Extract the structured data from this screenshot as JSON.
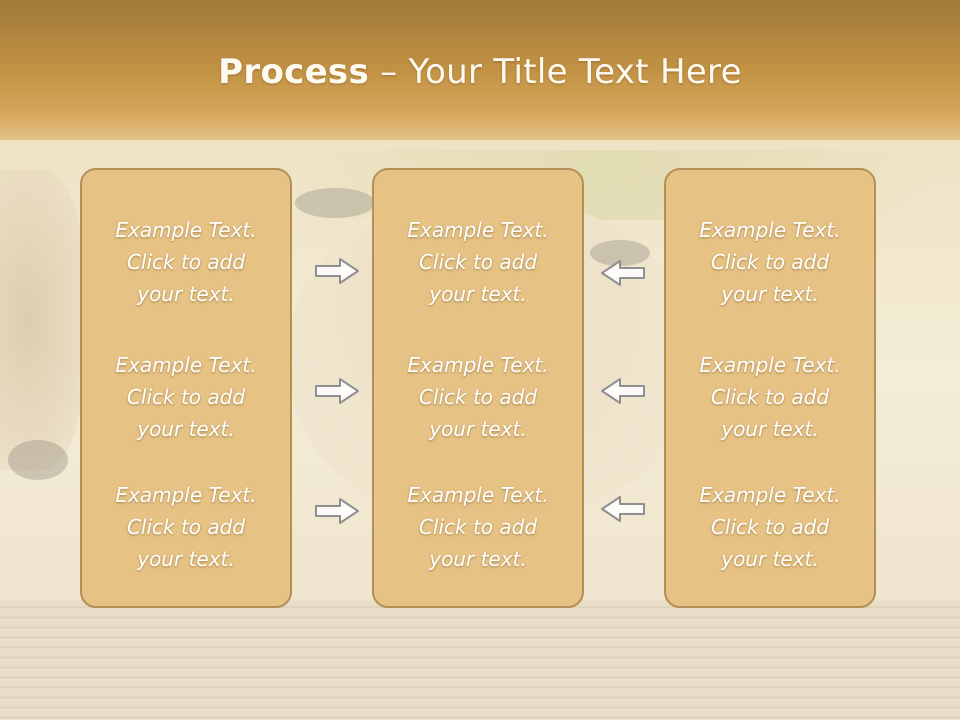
{
  "slide": {
    "title_bold": "Process",
    "title_rest": " – Your Title Text Here"
  },
  "columns": [
    {
      "items": [
        {
          "line1": "Example Text.",
          "line2": "Click  to add",
          "line3": "your text."
        },
        {
          "line1": "Example Text.",
          "line2": "Click  to add",
          "line3": "your text."
        },
        {
          "line1": "Example Text.",
          "line2": "Click  to add",
          "line3": "your text."
        }
      ]
    },
    {
      "items": [
        {
          "line1": "Example Text.",
          "line2": "Click  to add",
          "line3": "your text."
        },
        {
          "line1": "Example Text.",
          "line2": "Click  to add",
          "line3": "your text."
        },
        {
          "line1": "Example Text.",
          "line2": "Click  to add",
          "line3": "your text."
        }
      ]
    },
    {
      "items": [
        {
          "line1": "Example Text.",
          "line2": "Click  to add",
          "line3": "your text."
        },
        {
          "line1": "Example Text.",
          "line2": "Click  to add",
          "line3": "your text."
        },
        {
          "line1": "Example Text.",
          "line2": "Click  to add",
          "line3": "your text."
        }
      ]
    }
  ],
  "arrows": {
    "left_group": [
      "arrow-right-icon",
      "arrow-right-icon",
      "arrow-right-icon"
    ],
    "right_group": [
      "arrow-left-icon",
      "arrow-left-icon",
      "arrow-left-icon"
    ]
  },
  "colors": {
    "box_fill": "#e6c284",
    "box_border": "#b39157",
    "header": "#c19143"
  }
}
